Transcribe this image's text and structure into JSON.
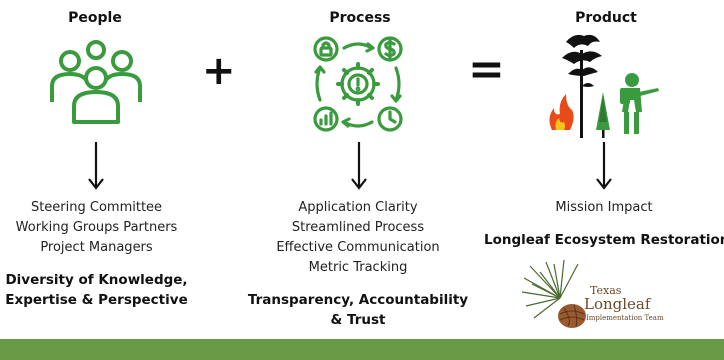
{
  "people": {
    "heading": "People",
    "items": [
      "Steering Committee",
      "Working Groups Partners",
      "Project Managers"
    ],
    "emphasis": [
      "Diversity of Knowledge,",
      "Expertise & Perspective"
    ]
  },
  "process": {
    "heading": "Process",
    "items": [
      "Application Clarity",
      "Streamlined Process",
      "Effective Communication",
      "Metric Tracking"
    ],
    "emphasis": [
      "Transparency, Accountability",
      "& Trust"
    ]
  },
  "product": {
    "heading": "Product",
    "items": [
      "Mission Impact"
    ],
    "emphasis": [
      "Longleaf Ecosystem Restoration"
    ]
  },
  "operators": {
    "plus": "+",
    "equals": "="
  },
  "logo": {
    "line1": "Texas",
    "line2": "Longleaf",
    "line3": "Implementation Team"
  },
  "colors": {
    "icon_green": "#3a9a3e",
    "footer_green": "#6a9a45"
  }
}
